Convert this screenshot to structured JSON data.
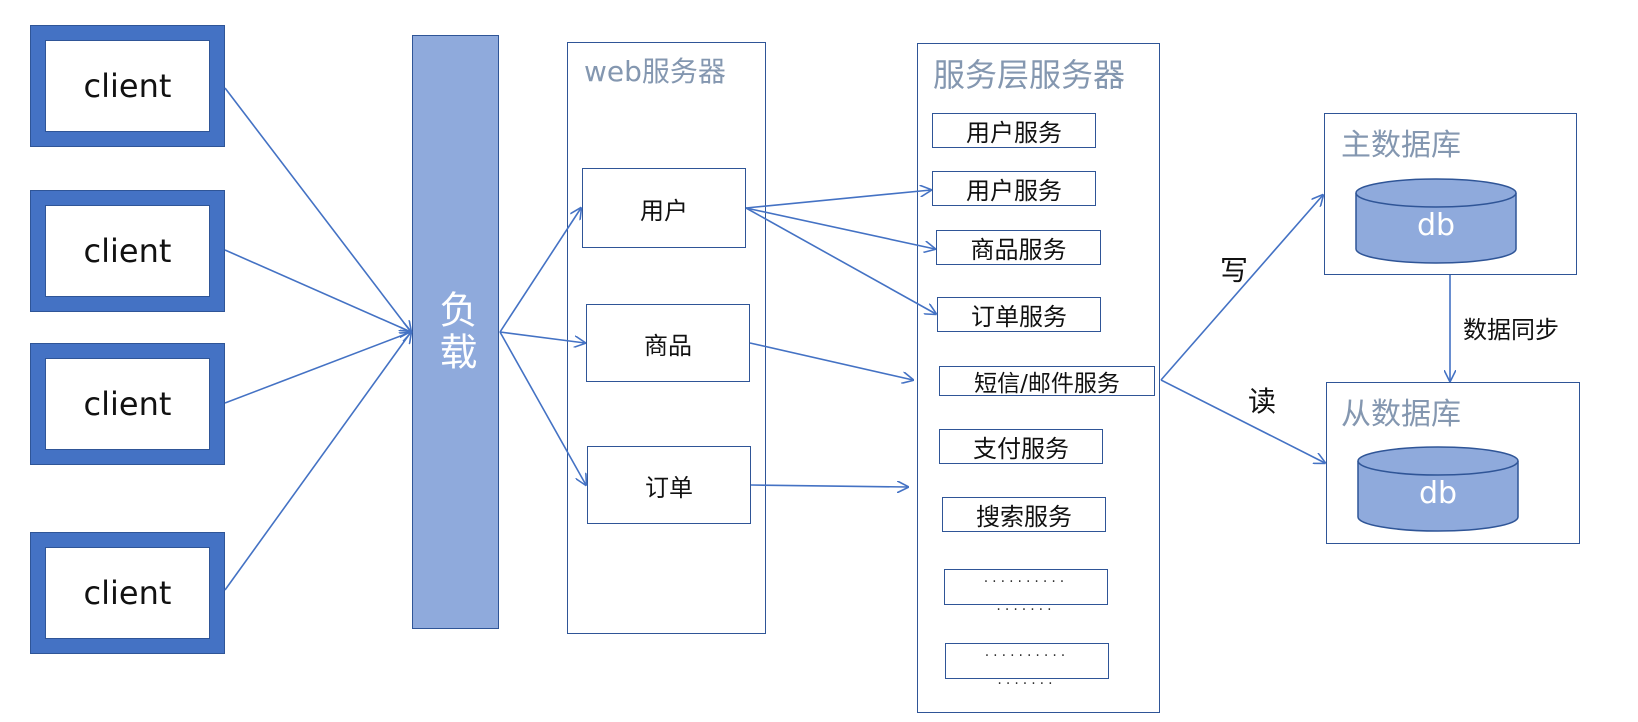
{
  "clients": [
    "client",
    "client",
    "client",
    "client"
  ],
  "load_balancer": "负载",
  "web_server": {
    "title": "web服务器",
    "modules": [
      "用户",
      "商品",
      "订单"
    ]
  },
  "service_layer": {
    "title": "服务层服务器",
    "services": [
      "用户服务",
      "用户服务",
      "商品服务",
      "订单服务",
      "短信/邮件服务",
      "支付服务",
      "搜索服务"
    ],
    "placeholders": [
      {
        "line1": "··········",
        "line2": "·······"
      },
      {
        "line1": "··········",
        "line2": "·······"
      }
    ]
  },
  "master_db": {
    "title": "主数据库",
    "label": "db"
  },
  "slave_db": {
    "title": "从数据库",
    "label": "db"
  },
  "edge_labels": {
    "write": "写",
    "read": "读",
    "sync": "数据同步"
  },
  "colors": {
    "primary": "#4472c4",
    "border": "#2f5597",
    "light": "#8faadc",
    "title": "#8497b0"
  }
}
